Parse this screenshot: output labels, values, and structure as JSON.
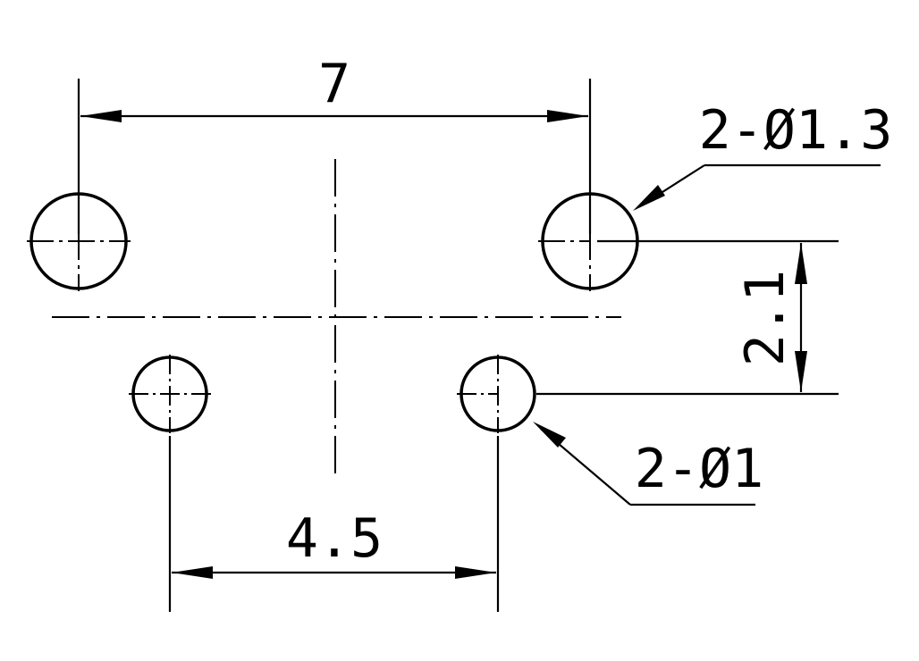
{
  "dimensions": {
    "large_spacing": "7",
    "small_spacing": "4.5",
    "vertical_offset": "2.1",
    "large_hole_callout": "2-Ø1.3",
    "small_hole_callout": "2-Ø1"
  },
  "colors": {
    "ink": "#000000",
    "background": "#ffffff"
  }
}
